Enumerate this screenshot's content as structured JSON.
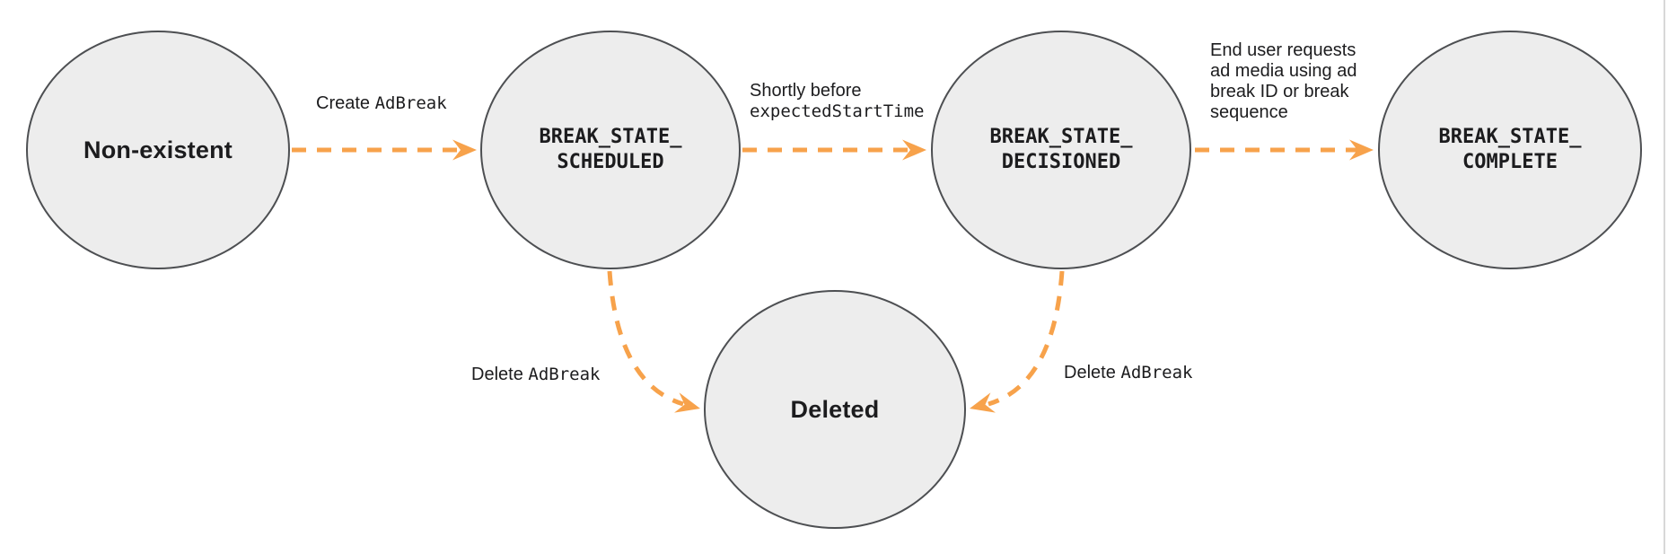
{
  "colors": {
    "accent": "#F7A24B",
    "node_fill": "#EDEDED",
    "node_stroke": "#4D4F52",
    "ink": "#1C1C1E"
  },
  "nodes": [
    {
      "id": "non-existent",
      "label": "Non-existent"
    },
    {
      "id": "break-state-scheduled",
      "line1": "BREAK_STATE_",
      "line2": "SCHEDULED"
    },
    {
      "id": "break-state-decisioned",
      "line1": "BREAK_STATE_",
      "line2": "DECISIONED"
    },
    {
      "id": "break-state-complete",
      "line1": "BREAK_STATE_",
      "line2": "COMPLETE"
    },
    {
      "id": "deleted",
      "label": "Deleted"
    }
  ],
  "edges": [
    {
      "id": "create-adbreak",
      "label_plain": "Create ",
      "label_code": "AdBreak"
    },
    {
      "id": "shortly-before",
      "line1": "Shortly before",
      "line2_code": "expectedStartTime"
    },
    {
      "id": "end-user-requests",
      "lines": [
        "End user requests",
        "ad media using ad",
        "break ID or break",
        "sequence"
      ]
    },
    {
      "id": "delete-adbreak-from-scheduled",
      "label_plain": "Delete ",
      "label_code": "AdBreak"
    },
    {
      "id": "delete-adbreak-from-decisioned",
      "label_plain": "Delete ",
      "label_code": "AdBreak"
    }
  ]
}
